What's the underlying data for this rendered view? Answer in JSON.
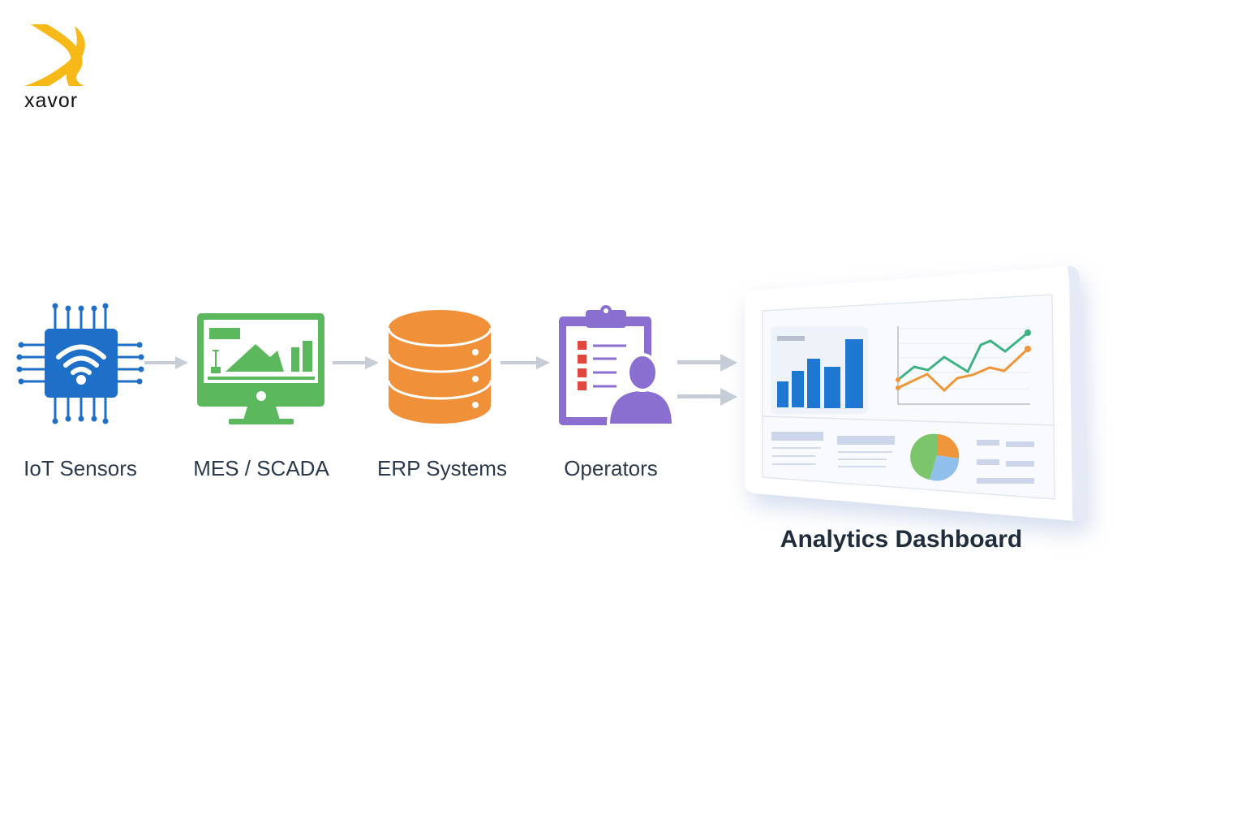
{
  "logo": {
    "text": "xavor",
    "color": "#F7B917"
  },
  "nodes": [
    {
      "label": "IoT Sensors",
      "icon": "chip-wifi-icon",
      "color": "#1E6FC8"
    },
    {
      "label": "MES / SCADA",
      "icon": "monitor-chart-icon",
      "color": "#5CB85C"
    },
    {
      "label": "ERP Systems",
      "icon": "database-icon",
      "color": "#F0913A"
    },
    {
      "label": "Operators",
      "icon": "clipboard-person-icon",
      "color": "#8A6FD0"
    }
  ],
  "target": {
    "label": "Analytics Dashboard",
    "icon": "dashboard-icon"
  },
  "colors": {
    "arrow": "#C7CDD6",
    "bar": "#1E78D2",
    "line_green": "#3DB384",
    "line_orange": "#F0963A",
    "pie_blue": "#8FC0EC"
  }
}
